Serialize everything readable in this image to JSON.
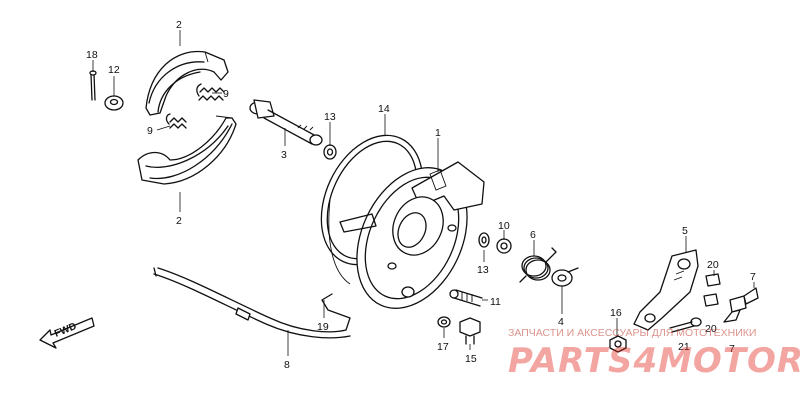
{
  "diagram": {
    "direction_label": "FWD",
    "callouts": {
      "c1": "1",
      "c2_top": "2",
      "c2_bottom": "2",
      "c3": "3",
      "c4": "4",
      "c5": "5",
      "c6": "6",
      "c7_top": "7",
      "c7_bottom": "7",
      "c8": "8",
      "c9_top": "9",
      "c9_bottom": "9",
      "c10": "10",
      "c11": "11",
      "c12": "12",
      "c13_top": "13",
      "c13_bottom": "13",
      "c14": "14",
      "c15": "15",
      "c16": "16",
      "c17": "17",
      "c18": "18",
      "c19": "19",
      "c20_top": "20",
      "c20_bottom": "20",
      "c21": "21"
    }
  },
  "watermark": {
    "tagline": "ЗАПЧАСТИ И АКСЕССУАРЫ ДЛЯ МОТОТЕХНИКИ",
    "brand": "PARTS4MOTOR.RU",
    "color": "#e0281e"
  }
}
